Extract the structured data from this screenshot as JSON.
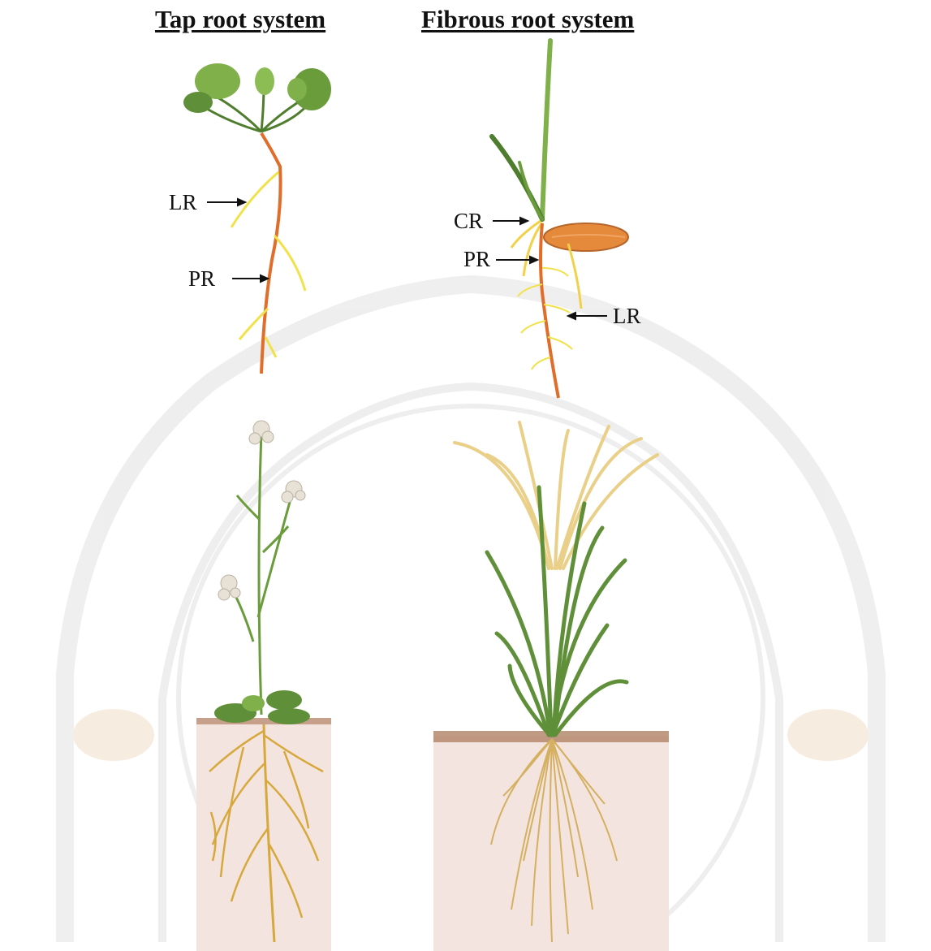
{
  "titles": {
    "tap": "Tap root system",
    "fibrous": "Fibrous root system"
  },
  "seedling_labels": {
    "tap_lateral": "LR",
    "tap_primary": "PR",
    "fib_crown": "CR",
    "fib_primary": "PR",
    "fib_lateral": "LR"
  },
  "colors": {
    "primary_root": "#e06d2a",
    "lateral_root": "#f2e24a",
    "leaf": "#7fb04a",
    "leaf_dark": "#4f7d2e",
    "seed": "#e58a3a",
    "soil": "#f3e4df",
    "soil_top": "#b58a6f",
    "mature_root": "#d7a83c",
    "rice_panicle": "#e9cf87",
    "watermark": "#ececec"
  }
}
